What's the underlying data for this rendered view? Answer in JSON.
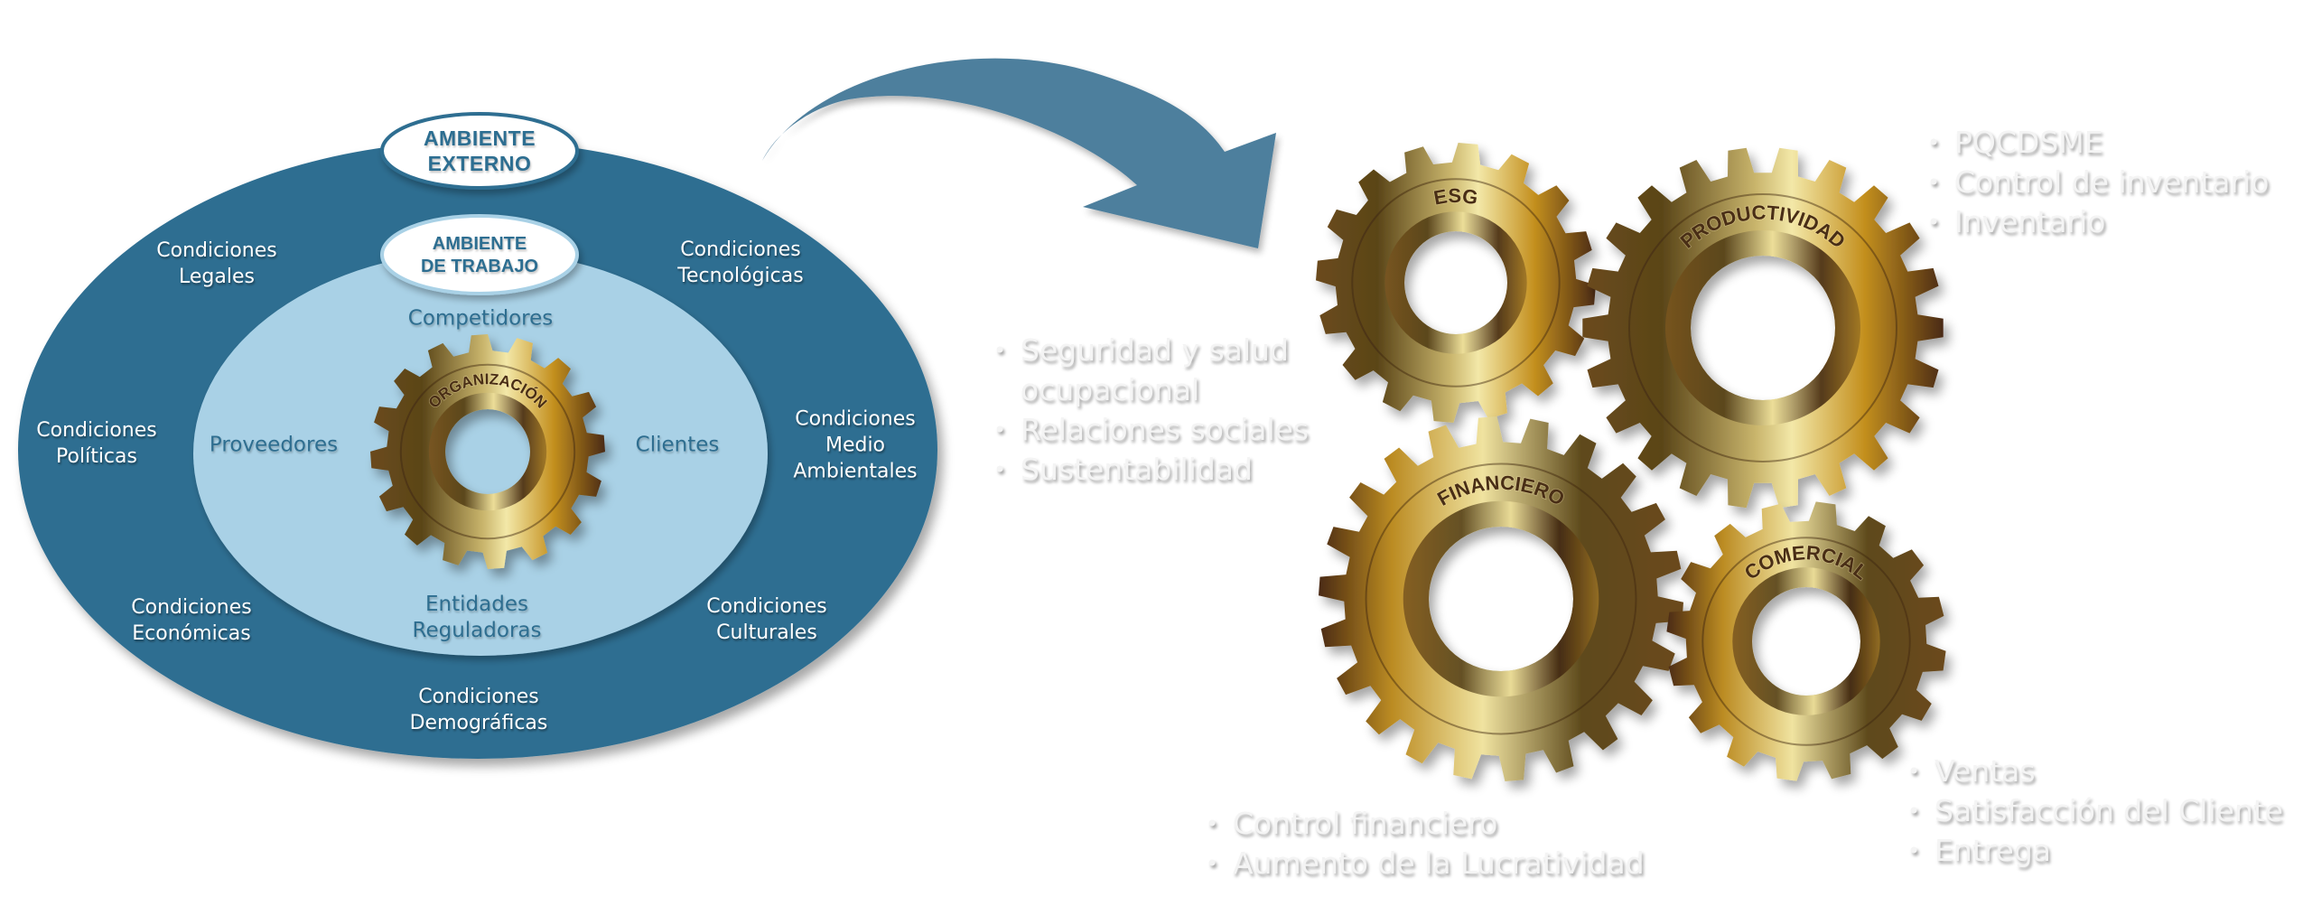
{
  "left_diagram": {
    "outer_pill": "AMBIENTE\nEXTERNO",
    "inner_pill": "AMBIENTE\nDE TRABAJO",
    "outer_labels": [
      "Condiciones\nLegales",
      "Condiciones\nTecnológicas",
      "Condiciones\nPolíticas",
      "Condiciones\nMedio\nAmbientales",
      "Condiciones\nEconómicas",
      "Condiciones\nCulturales",
      "Condiciones\nDemográficas"
    ],
    "inner_labels": [
      "Competidores",
      "Proveedores",
      "Clientes",
      "Entidades\nReguladoras"
    ],
    "center_gear_label": "ORGANIZACIÓN"
  },
  "gears": [
    {
      "label": "ORGANIZACIÓN",
      "teeth": 16
    },
    {
      "label": "ESG",
      "teeth": 16
    },
    {
      "label": "PRODUCTIVIDAD",
      "teeth": 22
    },
    {
      "label": "FINANCIERO",
      "teeth": 22
    },
    {
      "label": "COMERCIAL",
      "teeth": 16
    }
  ],
  "lists": {
    "esg": [
      "Seguridad y salud ocupacional",
      "Relaciones sociales",
      "Sustentabilidad"
    ],
    "productividad": [
      "PQCDSME",
      "Control de inventario",
      "Inventario"
    ],
    "financiero": [
      "Control financiero",
      "Aumento de la Lucratividad"
    ],
    "comercial": [
      "Ventas",
      "Satisfacción del Cliente",
      "Entrega"
    ]
  },
  "bullet_glyph": "•",
  "colors": {
    "outer_ring": "#2d6e91",
    "inner_ring": "#a9d1e6",
    "arrow": "#4e7f9d",
    "gold_light": "#f3e6a2",
    "gold_mid": "#b8902a",
    "gold_dark": "#4e3a14"
  }
}
